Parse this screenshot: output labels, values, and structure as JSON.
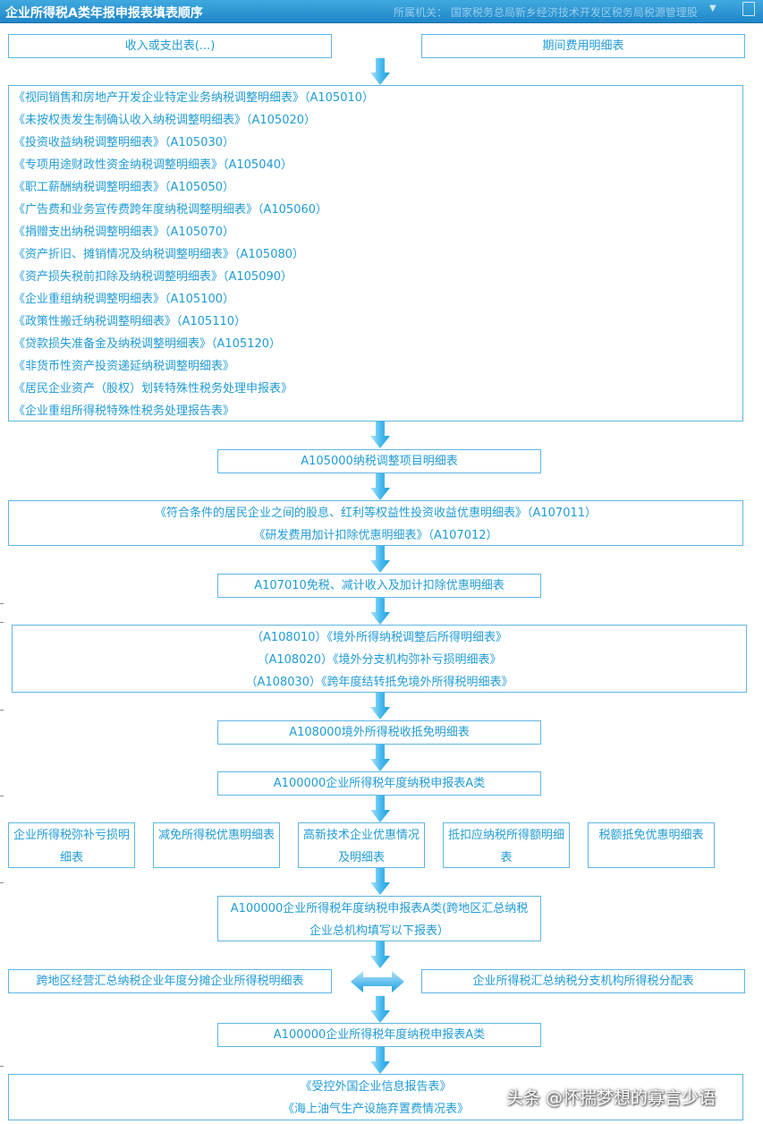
{
  "header": {
    "title": "企业所得税A类年报申报表填表顺序",
    "dept_label": "所属机关：",
    "dept_value": "国家税务总局新乡经济技术开发区税务局税源管理股"
  },
  "top_boxes": {
    "left": "收入或支出表(...)",
    "right": "期间费用明细表"
  },
  "adjust_list": [
    "《视同销售和房地产开发企业特定业务纳税调整明细表》（A105010）",
    "《未按权责发生制确认收入纳税调整明细表》（A105020）",
    "《投资收益纳税调整明细表》（A105030）",
    "《专项用途财政性资金纳税调整明细表》（A105040）",
    "《职工薪酬纳税调整明细表》（A105050）",
    "《广告费和业务宣传费跨年度纳税调整明细表》（A105060）",
    "《捐赠支出纳税调整明细表》（A105070）",
    "《资产折旧、摊销情况及纳税调整明细表》（A105080）",
    "《资产损失税前扣除及纳税调整明细表》（A105090）",
    "《企业重组纳税调整明细表》（A105100）",
    "《政策性搬迁纳税调整明细表》（A105110）",
    "《贷款损失准备金及纳税调整明细表》（A105120）",
    "《非货币性资产投资递延纳税调整明细表》",
    "《居民企业资产（股权）划转特殊性税务处理申报表》",
    "《企业重组所得税特殊性税务处理报告表》"
  ],
  "a105000": "A105000纳税调整项目明细表",
  "preferential_list": [
    "《符合条件的居民企业之间的股息、红利等权益性投资收益优惠明细表》（A107011）",
    "《研发费用加计扣除优惠明细表》（A107012）"
  ],
  "a107010": "A107010免税、减计收入及加计扣除优惠明细表",
  "overseas_list": [
    "（A108010）《境外所得纳税调整后所得明细表》",
    "（A108020）《境外分支机构弥补亏损明细表》",
    "（A108030）《跨年度结转抵免境外所得税明细表》"
  ],
  "a108000": "A108000境外所得税收抵免明细表",
  "a100000_first": "A100000企业所得税年度纳税申报表A类",
  "small_boxes": [
    [
      "企业所得税弥补亏损明",
      "细表"
    ],
    [
      "减免所得税优惠明细表"
    ],
    [
      "高新技术企业优惠情况",
      "及明细表"
    ],
    [
      "抵扣应纳税所得额明细",
      "表"
    ],
    [
      "税额抵免优惠明细表"
    ]
  ],
  "a100000_cross": [
    "A100000企业所得税年度纳税申报表A类(跨地区汇总纳税",
    "企业总机构填写以下报表）"
  ],
  "cross_left": "跨地区经营汇总纳税企业年度分摊企业所得税明细表",
  "cross_right": "企业所得税汇总纳税分支机构所得税分配表",
  "a100000_final": "A100000企业所得税年度纳税申报表A类",
  "last_list": [
    "《受控外国企业信息报告表》",
    "《海上油气生产设施弃置费情况表》"
  ],
  "watermark": "头条 @怀揣梦想的寡言少语",
  "colors": {
    "text": "#1f9bd6",
    "border": "#5fb6e2",
    "arrow_light": "#8fd3f5",
    "arrow_dark": "#1b9ee0",
    "titlebar": "#2a93d2"
  }
}
